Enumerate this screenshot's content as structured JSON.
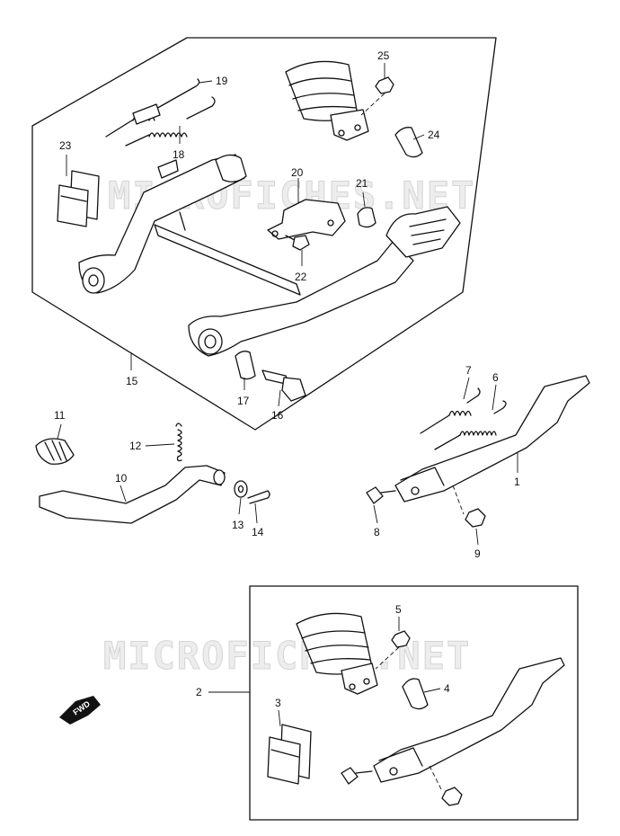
{
  "watermark": "MICROFICHES.NET",
  "fwd_label": "FWD",
  "callouts": {
    "p1": "1",
    "p2": "2",
    "p3": "3",
    "p4": "4",
    "p5": "5",
    "p6": "6",
    "p7": "7",
    "p8": "8",
    "p9": "9",
    "p10": "10",
    "p11": "11",
    "p12": "12",
    "p13": "13",
    "p14": "14",
    "p15": "15",
    "p16": "16",
    "p17": "17",
    "p18": "18",
    "p19": "19",
    "p20": "20",
    "p21": "21",
    "p22": "22",
    "p23": "23",
    "p24": "24",
    "p25": "25"
  }
}
